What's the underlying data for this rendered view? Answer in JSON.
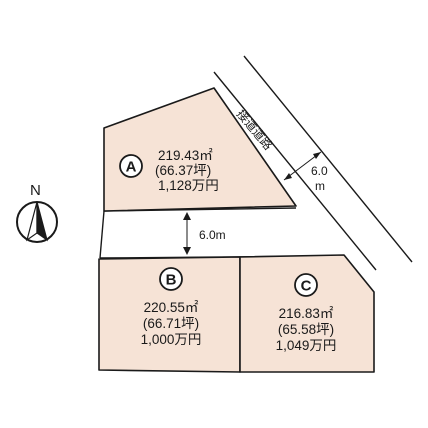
{
  "colors": {
    "plot_fill": "#f6e3d6",
    "line": "#1a1a1a",
    "background": "#ffffff"
  },
  "north": {
    "label": "N",
    "icon": "north-arrow-icon"
  },
  "road": {
    "name": "接道道路",
    "width": "6.0",
    "unit": "m"
  },
  "inner_road": {
    "width": "6.0m"
  },
  "plots": [
    {
      "id": "A",
      "area": "219.43㎡",
      "tsubo": "(66.37坪)",
      "price": "1,128万円"
    },
    {
      "id": "B",
      "area": "220.55㎡",
      "tsubo": "(66.71坪)",
      "price": "1,000万円"
    },
    {
      "id": "C",
      "area": "216.83㎡",
      "tsubo": "(65.58坪)",
      "price": "1,049万円"
    }
  ]
}
